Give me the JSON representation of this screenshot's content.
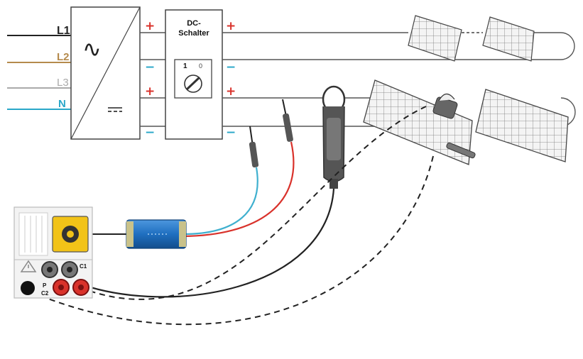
{
  "phases": {
    "l1": "L1",
    "l2": "L2",
    "l3": "L3",
    "n": "N"
  },
  "inverter": {
    "ac_symbol": "∿",
    "dc_symbol": "⎓"
  },
  "dc_switch": {
    "title_line1": "DC-",
    "title_line2": "Schalter",
    "pos_on": "1",
    "pos_off": "0"
  },
  "polarity": {
    "plus": "+",
    "minus": "−"
  },
  "instrument": {
    "terminal_c1": "C1",
    "terminal_p": "P",
    "terminal_c2": "C2"
  },
  "colors": {
    "l1": "#222222",
    "l2": "#b58a4c",
    "l3": "#aaaaaa",
    "n": "#2aa7c9",
    "plus_sign": "#d9322b",
    "minus_sign": "#2aa7c9",
    "red_probe": "#d9322b",
    "blue_probe": "#3fb0cf",
    "yellow_jack": "#f2c318",
    "adapter_blue": "#1f6fc0"
  },
  "icons": [
    "warning-icon",
    "sine-wave-icon",
    "dc-symbol-icon",
    "rotary-switch-icon",
    "current-clamp-icon",
    "test-probe-icon",
    "solar-panel-icon",
    "irradiance-sensor-icon",
    "temperature-sensor-icon"
  ]
}
